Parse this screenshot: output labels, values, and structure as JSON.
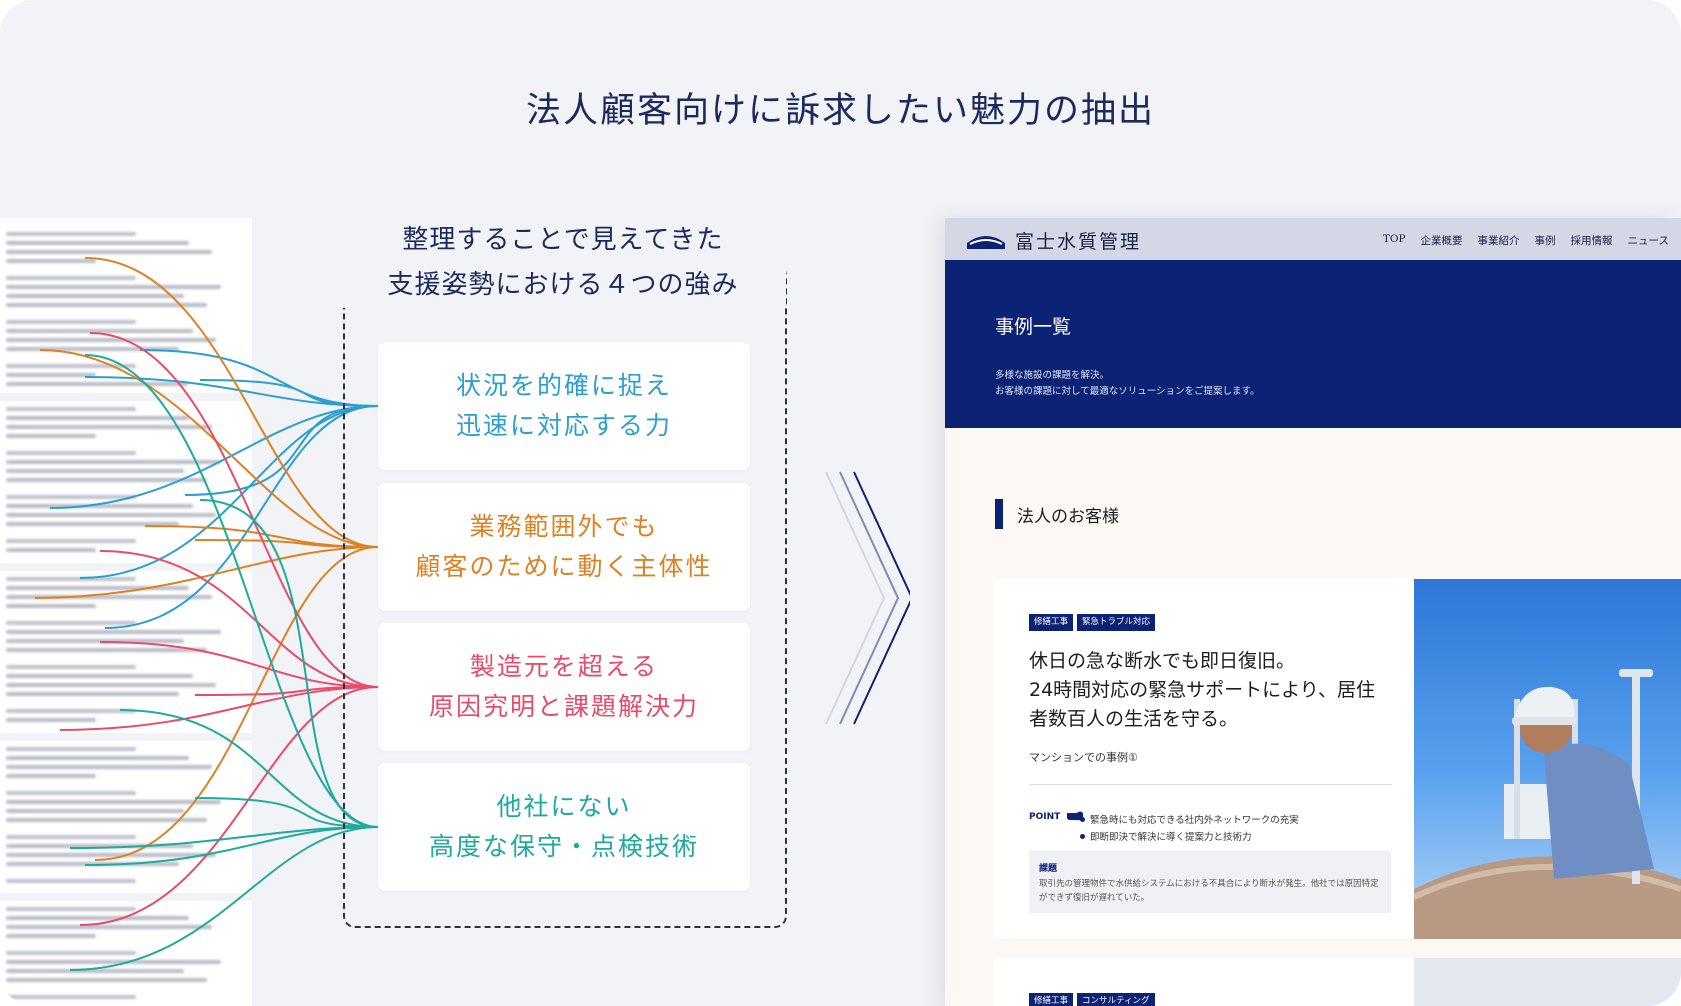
{
  "title": "法人顧客向けに訴求したい魅力の抽出",
  "box_heading": [
    "整理することで見えてきた",
    "支援姿勢における４つの強み"
  ],
  "strengths": [
    {
      "lines": [
        "状況を的確に捉え",
        "迅速に対応する力"
      ],
      "color": "#2b9fcf"
    },
    {
      "lines": [
        "業務範囲外でも",
        "顧客のために動く主体性"
      ],
      "color": "#dd8224"
    },
    {
      "lines": [
        "製造元を超える",
        "原因究明と課題解決力"
      ],
      "color": "#e94b6a"
    },
    {
      "lines": [
        "他社にない",
        "高度な保守・点検技術"
      ],
      "color": "#1eaa9c"
    }
  ],
  "colors": {
    "navy": "#0c2274",
    "text_navy": "#1b2a5e",
    "background": "#f2f3f7"
  },
  "website": {
    "logo_text": "富士水質管理",
    "nav": [
      "TOP",
      "企業概要",
      "事業紹介",
      "事例",
      "採用情報",
      "ニュース"
    ],
    "hero": {
      "title": "事例一覧",
      "sub": [
        "多様な施設の課題を解決。",
        "お客様の課題に対して最適なソリューションをご提案します。"
      ]
    },
    "section_title": "法人のお客様",
    "case": {
      "tags": [
        "修繕工事",
        "緊急トラブル対応"
      ],
      "headline": [
        "休日の急な断水でも即日復旧。",
        "24時間対応の緊急サポートにより、居住",
        "者数百人の生活を守る。"
      ],
      "subtitle": "マンションでの事例①",
      "point_label": "POINT",
      "points": [
        "緊急時にも対応できる社内外ネットワークの充実",
        "即断即決で解決に導く提案力と技術力"
      ],
      "issue_label": "課題",
      "issue_text": "取引先の管理物件で水供給システムにおける不具合により断水が発生。他社では原因特定ができず復旧が遅れていた。"
    },
    "case2_tags": [
      "修繕工事",
      "コンサルティング"
    ]
  }
}
